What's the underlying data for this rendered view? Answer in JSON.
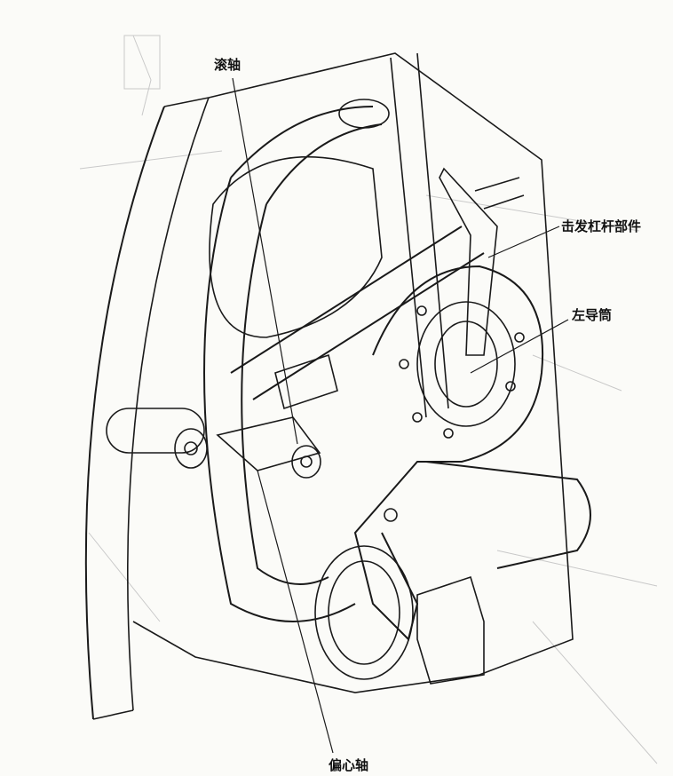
{
  "labels": {
    "roller_shaft": "滚轴",
    "firing_lever_assembly": "击发杠杆部件",
    "left_guide_tube": "左导筒",
    "eccentric_shaft": "偏心轴"
  },
  "colors": {
    "ink": "#1a1a1a",
    "paper": "#fbfbf8",
    "ghost": "#c8c8c8"
  }
}
